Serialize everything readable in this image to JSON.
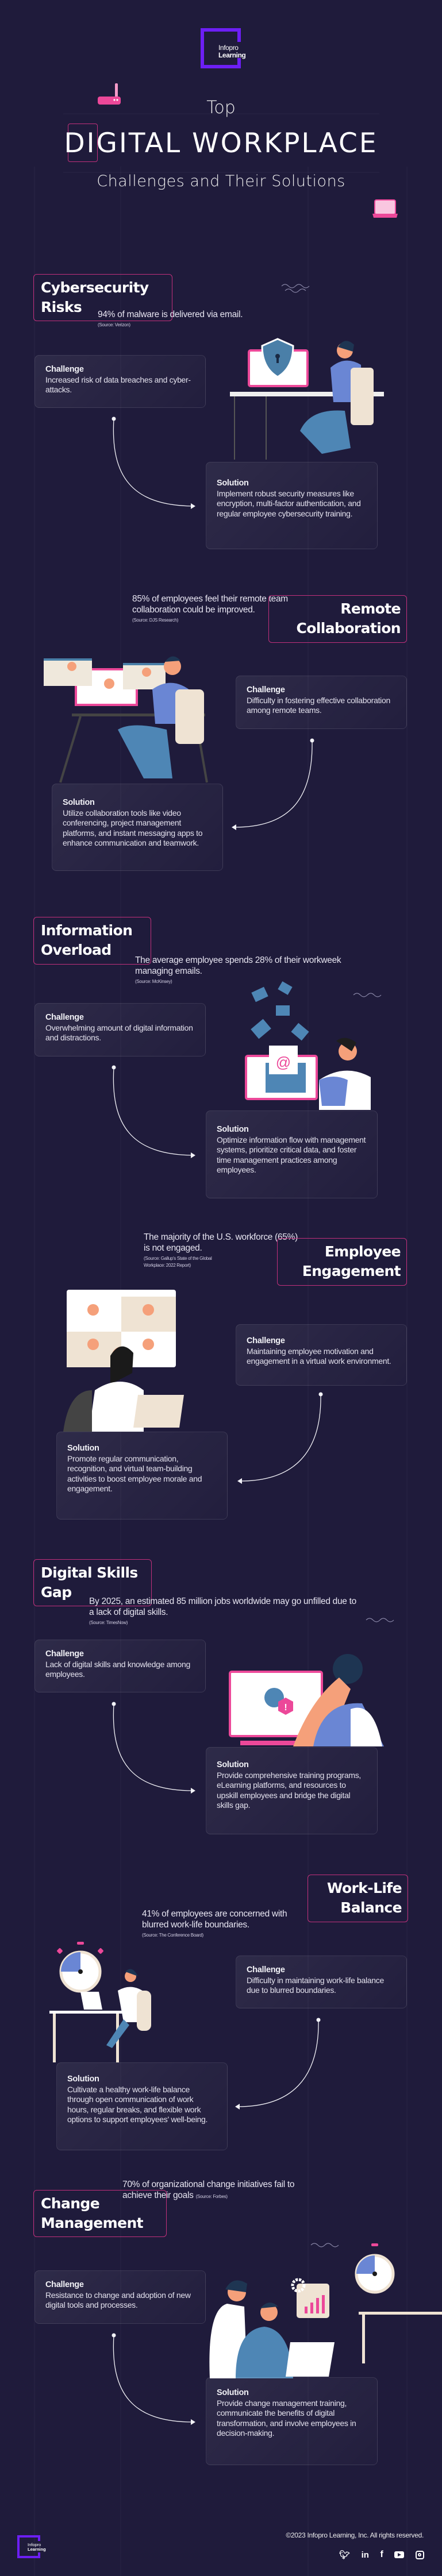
{
  "header": {
    "logo_line1": "Infopro",
    "logo_line2": "Learning",
    "title_top": "Top",
    "title_main": "DIGITAL WORKPLACE",
    "subtitle": "Challenges and Their Solutions"
  },
  "colors": {
    "background": "#1f1b3b",
    "accent_pink": "#c2307c",
    "brand_purple": "#6d1ff5",
    "illustration_pink": "#ec4899",
    "illustration_blue": "#6a86d4"
  },
  "sections": [
    {
      "title_line1": "Cybersecurity",
      "title_line2": "Risks",
      "stat": "94% of malware is delivered via email.",
      "source": "(Source: Verizon)",
      "challenge_label": "Challenge",
      "challenge": "Increased risk of data breaches and cyber-attacks.",
      "solution_label": "Solution",
      "solution": "Implement robust security measures like encryption, multi-factor authentication, and regular employee cybersecurity training."
    },
    {
      "title_line1": "Remote",
      "title_line2": "Collaboration",
      "stat": "85% of employees feel their remote team collaboration could be improved.",
      "source": "(Source: DJS Research)",
      "challenge_label": "Challenge",
      "challenge": "Difficulty in fostering effective collaboration among remote teams.",
      "solution_label": "Solution",
      "solution": "Utilize collaboration tools like video conferencing, project management platforms, and instant messaging apps to enhance communication and teamwork."
    },
    {
      "title_line1": "Information",
      "title_line2": "Overload",
      "stat": "The average employee spends 28% of their workweek managing emails.",
      "source": "(Source: McKinsey)",
      "challenge_label": "Challenge",
      "challenge": "Overwhelming amount of digital information and distractions.",
      "solution_label": "Solution",
      "solution": "Optimize information flow with management systems, prioritize critical data, and foster time management practices among employees."
    },
    {
      "title_line1": "Employee",
      "title_line2": "Engagement",
      "stat": "The majority of the U.S. workforce (65%) is not engaged.",
      "source": "(Source: Gallup's State of the Global Workplace: 2022 Report)",
      "challenge_label": "Challenge",
      "challenge": "Maintaining employee motivation and engagement in a virtual work environment.",
      "solution_label": "Solution",
      "solution": "Promote regular communication, recognition, and virtual team-building activities to boost employee morale and engagement."
    },
    {
      "title_line1": "Digital Skills",
      "title_line2": "Gap",
      "stat": "By 2025, an estimated 85 million jobs worldwide may go unfilled due to a lack of digital skills.",
      "source": "(Source: TimesNow)",
      "challenge_label": "Challenge",
      "challenge": "Lack of digital skills and knowledge among employees.",
      "solution_label": "Solution",
      "solution": "Provide comprehensive training programs, eLearning platforms, and resources to upskill employees and bridge the digital skills gap."
    },
    {
      "title_line1": "Work-Life",
      "title_line2": "Balance",
      "stat": "41% of employees are concerned with blurred work-life boundaries.",
      "source": "(Source: The Conference Board)",
      "challenge_label": "Challenge",
      "challenge": "Difficulty in maintaining work-life balance due to blurred boundaries.",
      "solution_label": "Solution",
      "solution": "Cultivate a healthy work-life balance through open communication of work hours, regular breaks, and flexible work options to support employees' well-being."
    },
    {
      "title_line1": "Change",
      "title_line2": "Management",
      "stat": "70% of organizational change initiatives fail to achieve their goals",
      "source": "(Source: Forbes)",
      "challenge_label": "Challenge",
      "challenge": "Resistance to change and adoption of new digital tools and processes.",
      "solution_label": "Solution",
      "solution": "Provide change management training, communicate the benefits of digital transformation, and involve employees in decision-making."
    }
  ],
  "footer": {
    "logo_line1": "Infopro",
    "logo_line2": "Learning",
    "copyright": "©2023 Infopro Learning, Inc. All rights reserved.",
    "social": [
      "twitter-icon",
      "linkedin-icon",
      "facebook-icon",
      "youtube-icon",
      "instagram-icon"
    ]
  }
}
